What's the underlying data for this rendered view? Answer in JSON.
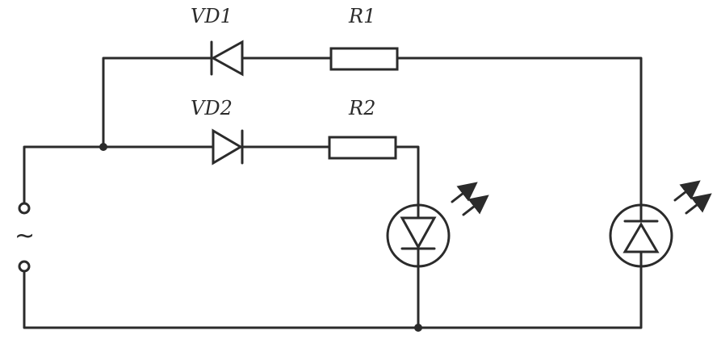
{
  "diagram": {
    "components": {
      "vd1": {
        "label": "VD1"
      },
      "vd2": {
        "label": "VD2"
      },
      "r1": {
        "label": "R1"
      },
      "r2": {
        "label": "R2"
      }
    },
    "source": {
      "symbol": "~"
    }
  }
}
